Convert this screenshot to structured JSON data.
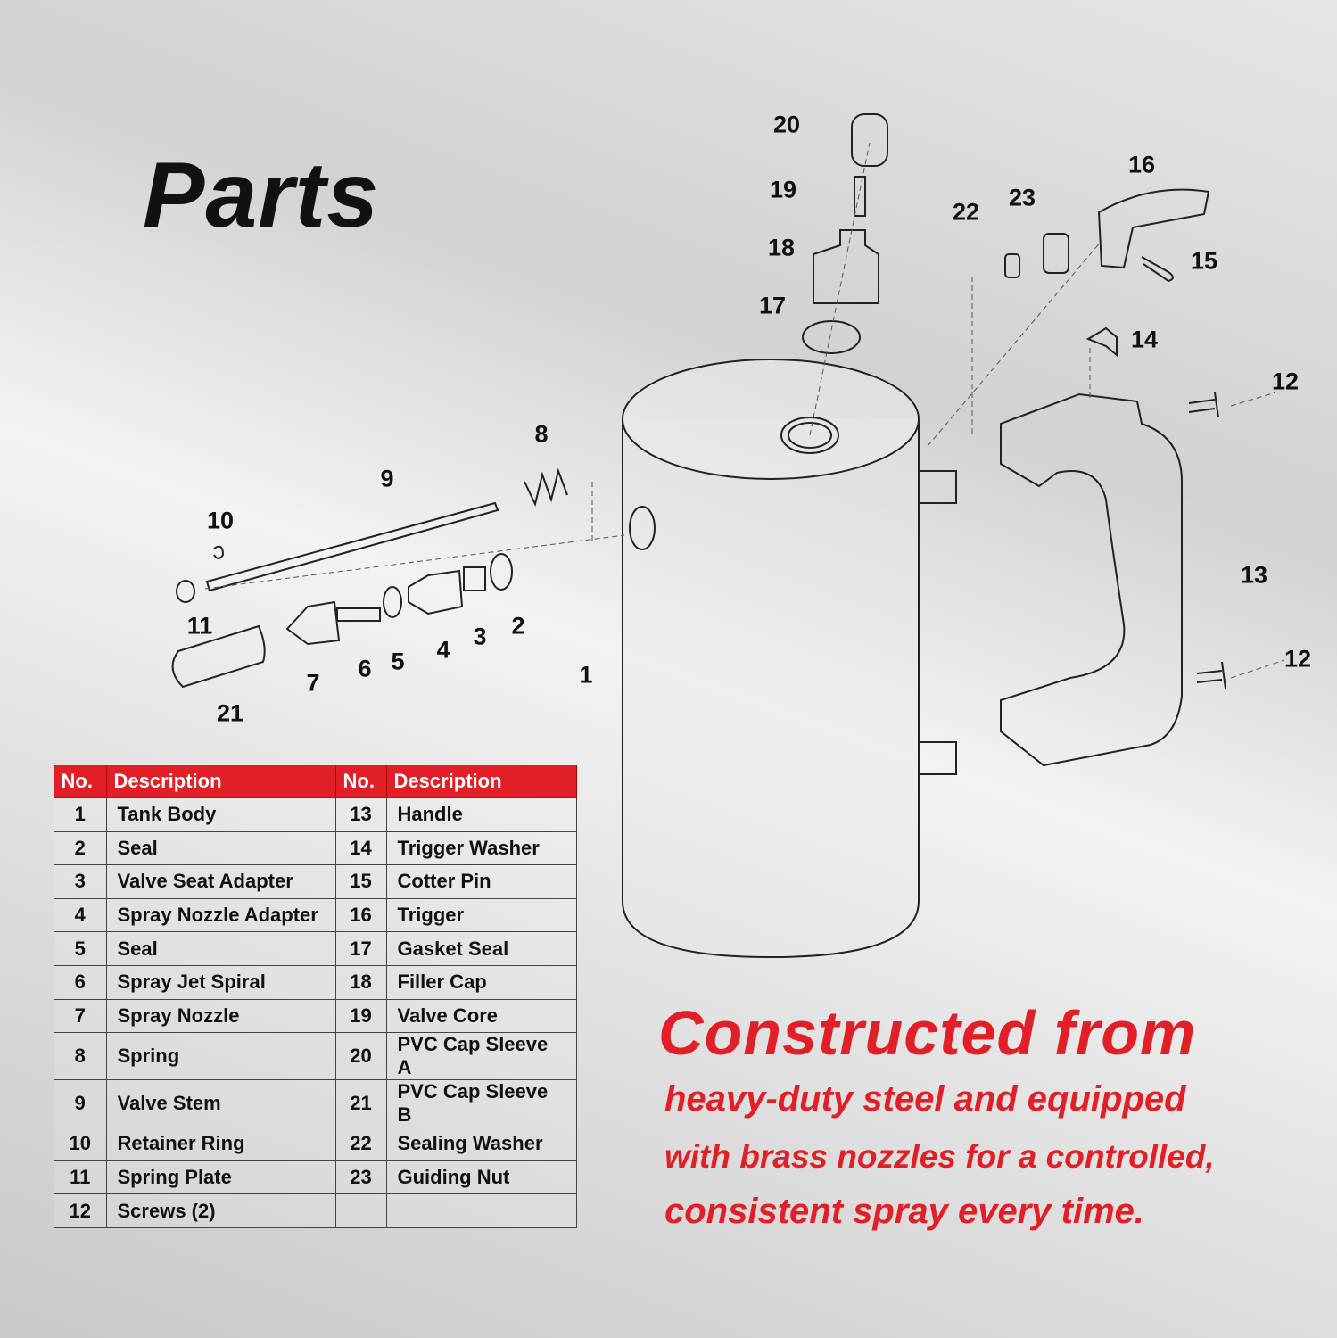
{
  "title": "Parts",
  "callouts": [
    "20",
    "19",
    "18",
    "17",
    "16",
    "23",
    "22",
    "15",
    "14",
    "12",
    "12",
    "13",
    "8",
    "9",
    "10",
    "11",
    "2",
    "3",
    "4",
    "5",
    "6",
    "7",
    "21",
    "1"
  ],
  "table": {
    "headers": [
      "No.",
      "Description",
      "No.",
      "Description"
    ],
    "rows": [
      [
        "1",
        "Tank Body",
        "13",
        "Handle"
      ],
      [
        "2",
        "Seal",
        "14",
        "Trigger Washer"
      ],
      [
        "3",
        "Valve Seat Adapter",
        "15",
        "Cotter Pin"
      ],
      [
        "4",
        "Spray Nozzle Adapter",
        "16",
        "Trigger"
      ],
      [
        "5",
        "Seal",
        "17",
        "Gasket Seal"
      ],
      [
        "6",
        "Spray Jet Spiral",
        "18",
        "Filler Cap"
      ],
      [
        "7",
        "Spray Nozzle",
        "19",
        "Valve Core"
      ],
      [
        "8",
        "Spring",
        "20",
        "PVC Cap Sleeve A"
      ],
      [
        "9",
        "Valve Stem",
        "21",
        "PVC Cap Sleeve B"
      ],
      [
        "10",
        "Retainer Ring",
        "22",
        "Sealing Washer"
      ],
      [
        "11",
        "Spring Plate",
        "23",
        "Guiding Nut"
      ],
      [
        "12",
        "Screws (2)",
        "",
        ""
      ]
    ]
  },
  "promo": {
    "headline": "Constructed from",
    "lines": [
      "heavy-duty steel and equipped",
      "with brass nozzles for a controlled,",
      "consistent spray every time."
    ]
  },
  "colors": {
    "accent": "#e21f26"
  }
}
